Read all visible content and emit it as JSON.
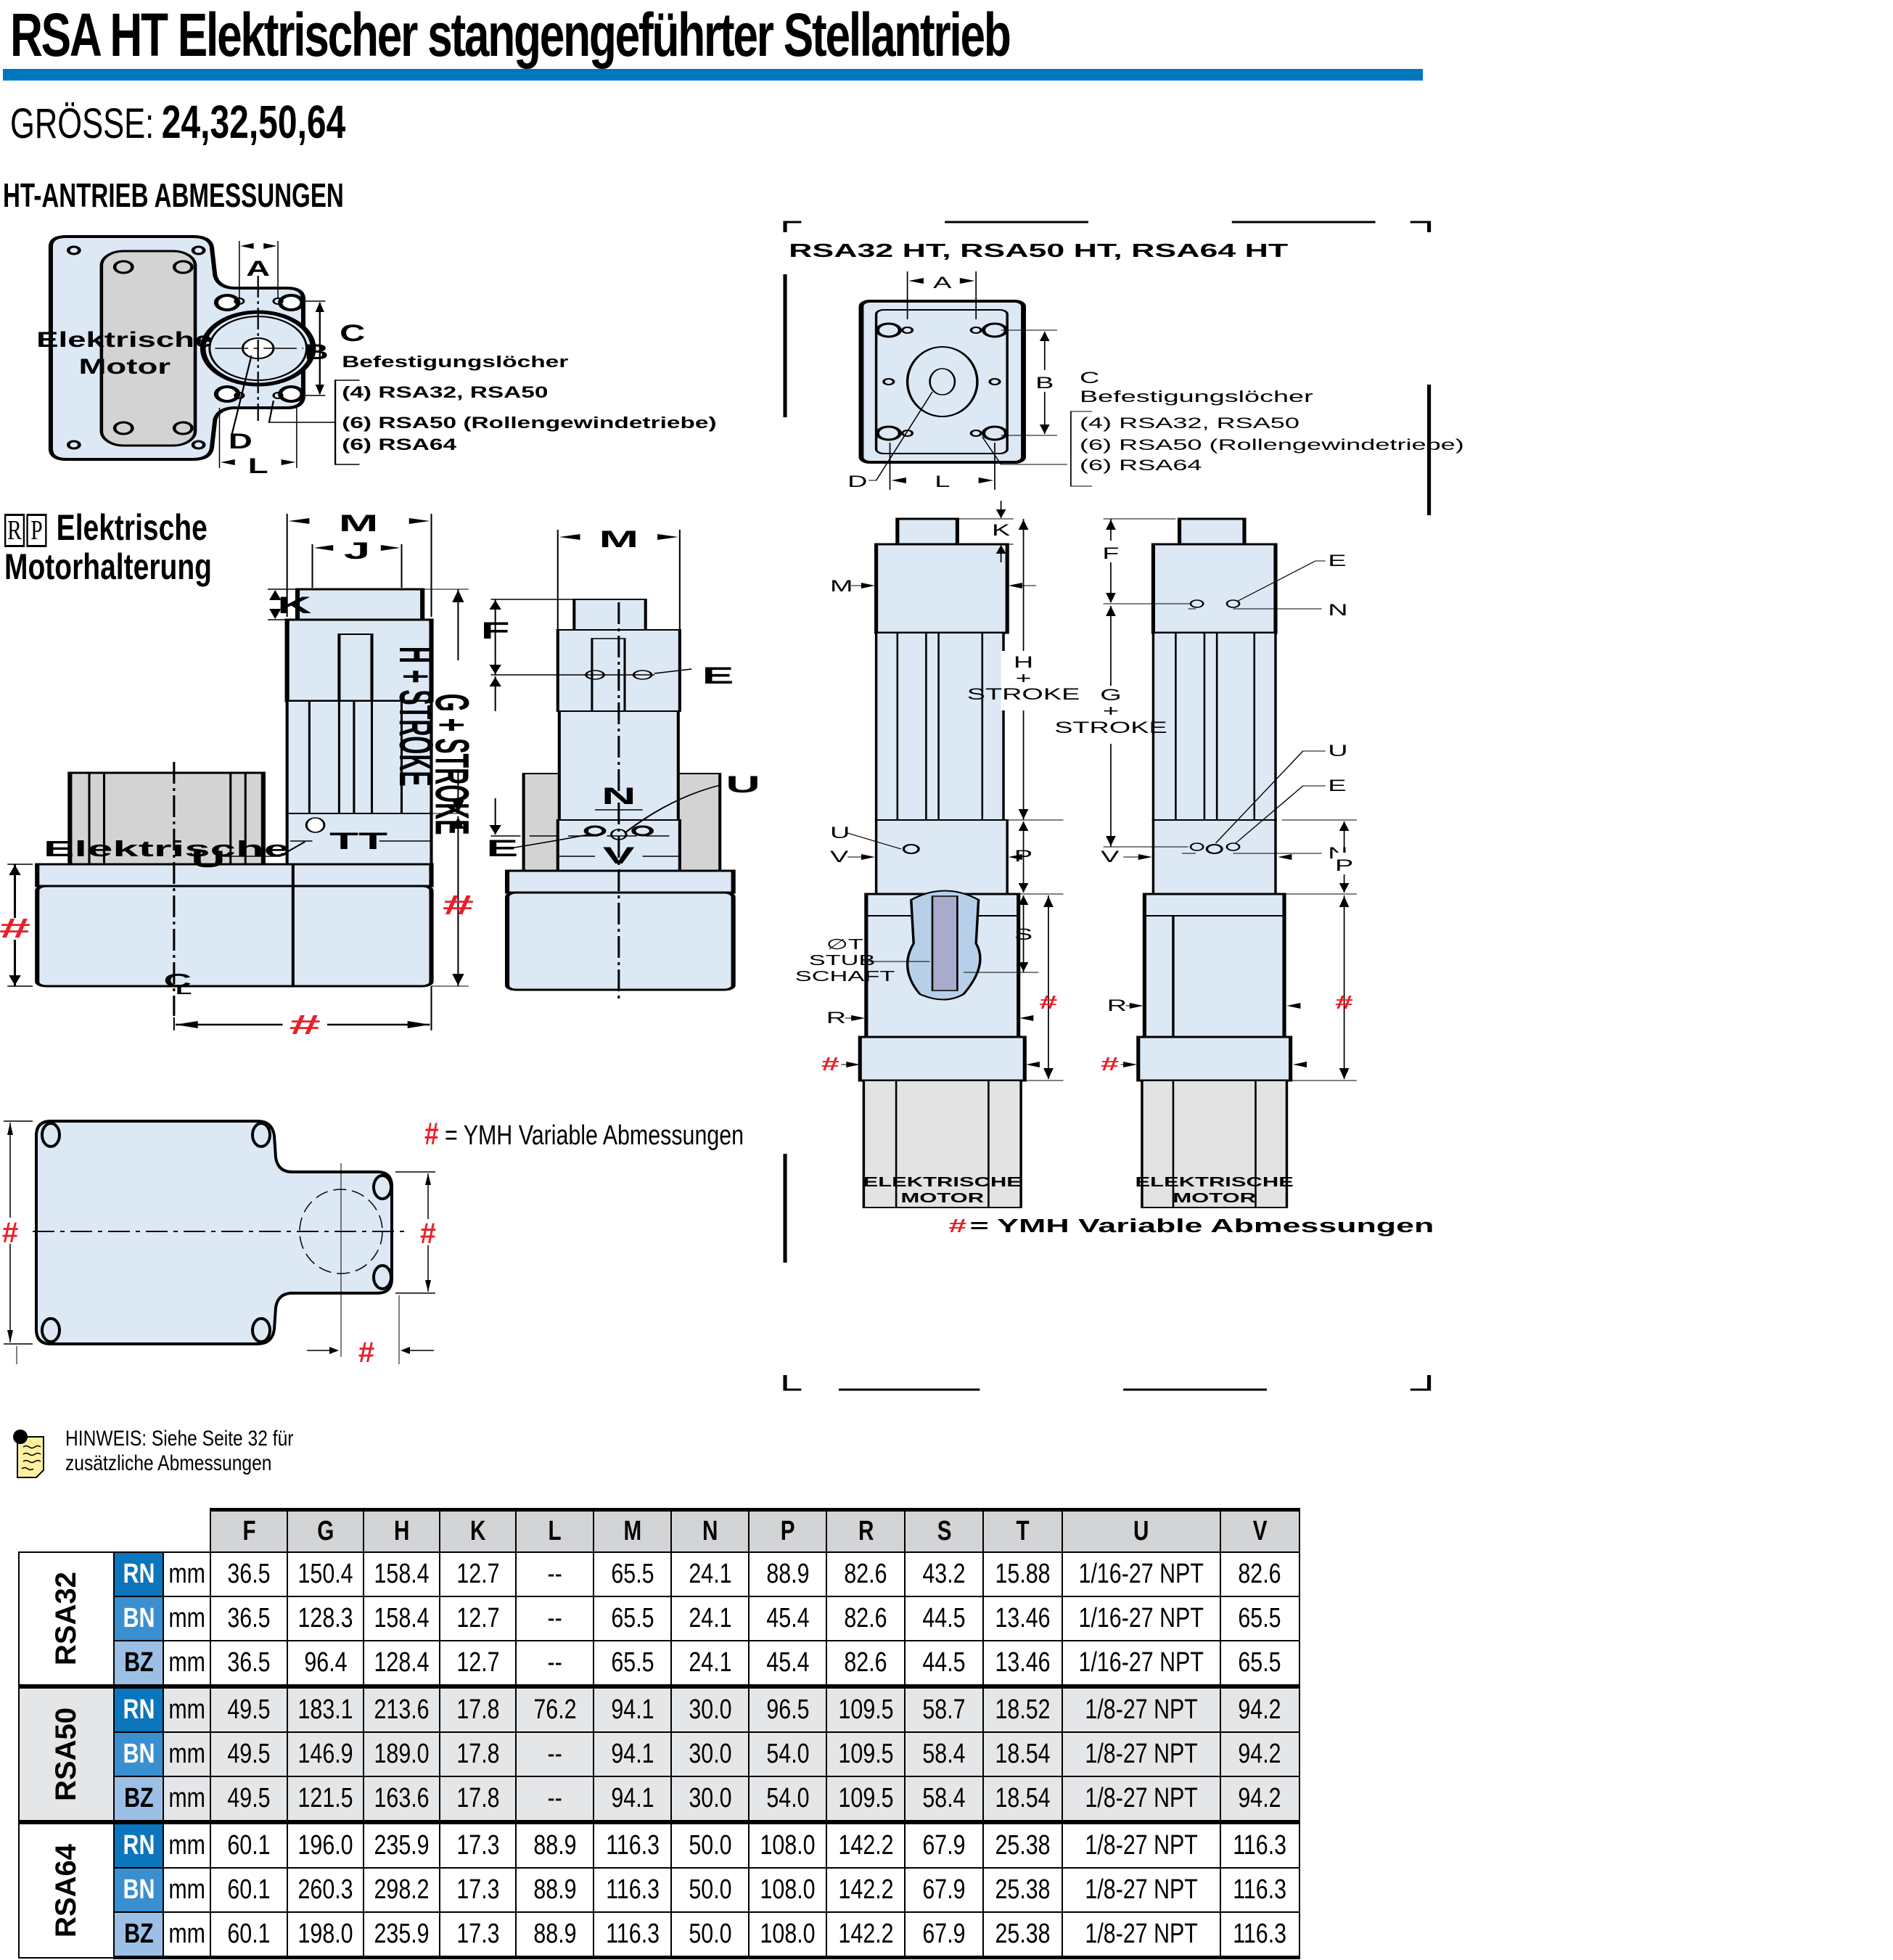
{
  "header": {
    "title": "RSA HT Elektrischer stangengeführter Stellantrieb",
    "accent_color": "#0076bf",
    "size_label": "GRÖSSE:",
    "size_values": "24,32,50,64",
    "section_title": "HT-ANTRIEB ABMESSUNGEN"
  },
  "left_drawings": {
    "motor_label_1": "Elektrische",
    "motor_label_2": "Motor",
    "dim_A": "A",
    "dim_B": "B",
    "dim_C": "C",
    "dim_D": "D",
    "dim_L": "L",
    "mount_holes_title": "Befestigungslöcher",
    "mount_holes": [
      "(4) RSA32, RSA50",
      "(6) RSA50 (Rollengewindetriebe)",
      "(6) RSA64"
    ],
    "rp_letters": [
      "R",
      "P"
    ],
    "rp_title_1": "Elektrische",
    "rp_title_2": "Motorhalterung",
    "dim_M": "M",
    "dim_J": "J",
    "dim_K": "K",
    "dim_H_stroke": "H + STROKE",
    "dim_F": "F",
    "dim_G_stroke": "G + STROKE",
    "dim_E": "E",
    "dim_N": "N",
    "dim_U": "U",
    "dim_V": "V",
    "dim_TT": "TT",
    "centerline": "C",
    "centerline_sub": "L",
    "hash": "#",
    "legend_rest": "= YMH Variable Abmessungen"
  },
  "right_drawings": {
    "heading": "RSA32 HT, RSA50 HT, RSA64 HT",
    "dim_A": "A",
    "dim_B": "B",
    "dim_C": "C",
    "dim_D": "D",
    "dim_L": "L",
    "mount_holes_title": "Befestigungslöcher",
    "mount_holes": [
      "(4) RSA32, RSA50",
      "(6) RSA50 (Rollengewindetriebe)",
      "(6) RSA64"
    ],
    "dim_K": "K",
    "dim_M": "M",
    "dim_H": "H",
    "plus": "+",
    "stroke": "STROKE",
    "dim_F": "F",
    "dim_G": "G",
    "dim_E": "E",
    "dim_N": "N",
    "dim_U": "U",
    "dim_V": "V",
    "dim_P": "P",
    "dim_S": "S",
    "dim_R": "R",
    "stub_1": "∅T",
    "stub_2": "STUB",
    "stub_3": "SCHAFT",
    "motor_1": "ELEKTRISCHE",
    "motor_2": "MOTOR",
    "hash": "#",
    "legend_rest": "= YMH Variable Abmessungen"
  },
  "note": {
    "line1": "HINWEIS: Siehe Seite 32 für",
    "line2": "zusätzliche Abmessungen"
  },
  "table": {
    "columns": [
      "F",
      "G",
      "H",
      "K",
      "L",
      "M",
      "N",
      "P",
      "R",
      "S",
      "T",
      "U",
      "V"
    ],
    "groups": [
      {
        "name": "RSA32",
        "rows": [
          {
            "type": "RN",
            "unit": "mm",
            "values": [
              "36.5",
              "150.4",
              "158.4",
              "12.7",
              "--",
              "65.5",
              "24.1",
              "88.9",
              "82.6",
              "43.2",
              "15.88",
              "1/16-27 NPT",
              "82.6"
            ]
          },
          {
            "type": "BN",
            "unit": "mm",
            "values": [
              "36.5",
              "128.3",
              "158.4",
              "12.7",
              "--",
              "65.5",
              "24.1",
              "45.4",
              "82.6",
              "44.5",
              "13.46",
              "1/16-27 NPT",
              "65.5"
            ]
          },
          {
            "type": "BZ",
            "unit": "mm",
            "values": [
              "36.5",
              "96.4",
              "128.4",
              "12.7",
              "--",
              "65.5",
              "24.1",
              "45.4",
              "82.6",
              "44.5",
              "13.46",
              "1/16-27 NPT",
              "65.5"
            ]
          }
        ]
      },
      {
        "name": "RSA50",
        "rows": [
          {
            "type": "RN",
            "unit": "mm",
            "values": [
              "49.5",
              "183.1",
              "213.6",
              "17.8",
              "76.2",
              "94.1",
              "30.0",
              "96.5",
              "109.5",
              "58.7",
              "18.52",
              "1/8-27 NPT",
              "94.2"
            ]
          },
          {
            "type": "BN",
            "unit": "mm",
            "values": [
              "49.5",
              "146.9",
              "189.0",
              "17.8",
              "--",
              "94.1",
              "30.0",
              "54.0",
              "109.5",
              "58.4",
              "18.54",
              "1/8-27 NPT",
              "94.2"
            ]
          },
          {
            "type": "BZ",
            "unit": "mm",
            "values": [
              "49.5",
              "121.5",
              "163.6",
              "17.8",
              "--",
              "94.1",
              "30.0",
              "54.0",
              "109.5",
              "58.4",
              "18.54",
              "1/8-27 NPT",
              "94.2"
            ]
          }
        ]
      },
      {
        "name": "RSA64",
        "rows": [
          {
            "type": "RN",
            "unit": "mm",
            "values": [
              "60.1",
              "196.0",
              "235.9",
              "17.3",
              "88.9",
              "116.3",
              "50.0",
              "108.0",
              "142.2",
              "67.9",
              "25.38",
              "1/8-27 NPT",
              "116.3"
            ]
          },
          {
            "type": "BN",
            "unit": "mm",
            "values": [
              "60.1",
              "260.3",
              "298.2",
              "17.3",
              "88.9",
              "116.3",
              "50.0",
              "108.0",
              "142.2",
              "67.9",
              "25.38",
              "1/8-27 NPT",
              "116.3"
            ]
          },
          {
            "type": "BZ",
            "unit": "mm",
            "values": [
              "60.1",
              "198.0",
              "235.9",
              "17.3",
              "88.9",
              "116.3",
              "50.0",
              "108.0",
              "142.2",
              "67.9",
              "25.38",
              "1/8-27 NPT",
              "116.3"
            ]
          }
        ]
      }
    ],
    "badge_colors": {
      "RN": "#0b75bd",
      "BN": "#3a8fd0",
      "BZ": "#9cbfe6"
    }
  }
}
